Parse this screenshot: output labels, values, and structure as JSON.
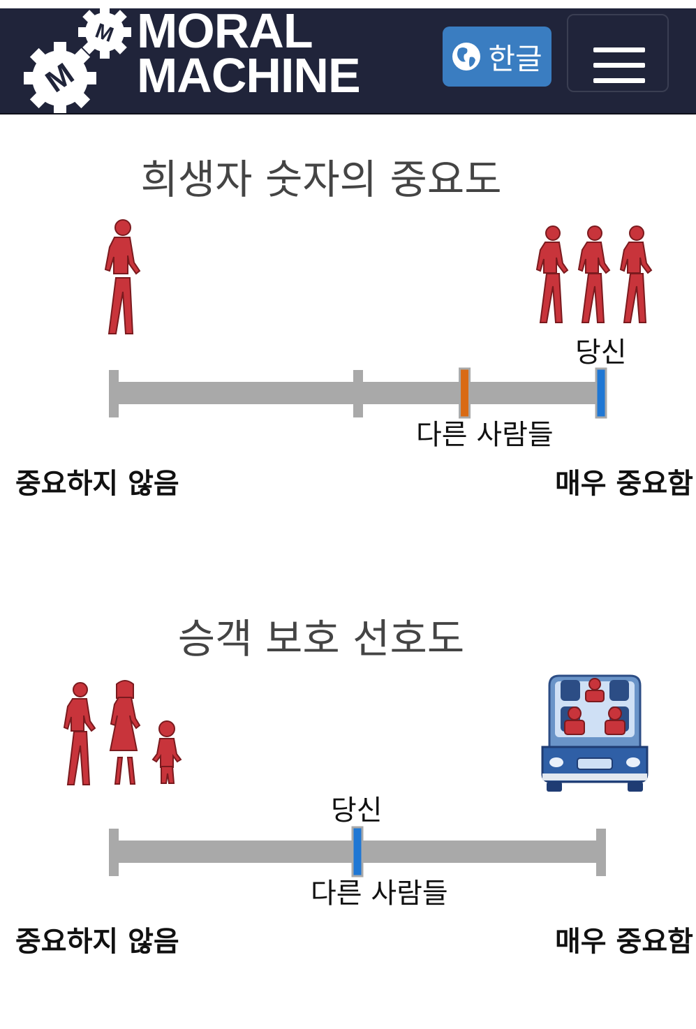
{
  "header": {
    "brand_line1": "MORAL",
    "brand_line2": "MACHINE",
    "language_label": "한글",
    "logo_letters": "MM"
  },
  "sections": [
    {
      "title": "희생자 숫자의 중요도",
      "you_label": "당신",
      "others_label": "다른 사람들",
      "left_end_label": "중요하지 않음",
      "right_end_label": "매우 중요함",
      "you_value": 1.0,
      "others_value": 0.72,
      "you_color": "#1f77d4",
      "others_color": "#d96a14"
    },
    {
      "title": "승객 보호 선호도",
      "you_label": "당신",
      "others_label": "다른 사람들",
      "left_end_label": "중요하지 않음",
      "right_end_label": "매우 중요함",
      "you_value": 0.5,
      "others_value": 0.5,
      "you_color": "#1f77d4",
      "others_color": "#d96a14"
    }
  ]
}
